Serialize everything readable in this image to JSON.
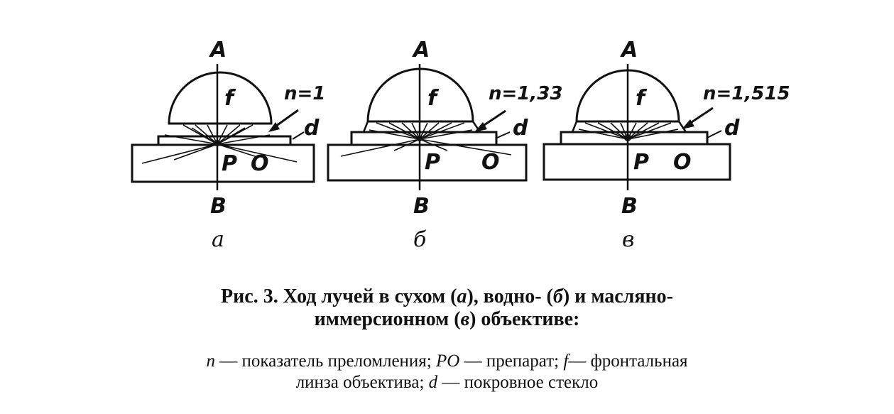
{
  "panels": [
    {
      "top": "A",
      "bottom": "B",
      "lens": "f",
      "coverslip": "d",
      "specimen_p": "P",
      "specimen_o": "O",
      "refractive_index": "n=1",
      "sublabel": "а"
    },
    {
      "top": "A",
      "bottom": "B",
      "lens": "f",
      "coverslip": "d",
      "specimen_p": "P",
      "specimen_o": "O",
      "refractive_index": "n=1,33",
      "sublabel": "б"
    },
    {
      "top": "A",
      "bottom": "B",
      "lens": "f",
      "coverslip": "d",
      "specimen_p": "P",
      "specimen_o": "O",
      "refractive_index": "n=1,515",
      "sublabel": "в"
    }
  ],
  "caption": {
    "title_line1_a": "Рис. 3. Ход лучей в сухом (",
    "title_line1_b": "а",
    "title_line1_c": "), водно- (",
    "title_line1_d": "б",
    "title_line1_e": ") и масляно-",
    "title_line2_a": "иммерсионном (",
    "title_line2_b": "в",
    "title_line2_c": ") объективе:",
    "note_n": "n",
    "note_1": " — показатель преломления; ",
    "note_po": "PO",
    "note_2": " — препарат; ",
    "note_f": "f",
    "note_3": "— фронтальная",
    "note_line2_a": "линза объектива; ",
    "note_d": "d",
    "note_line2_b": " — покровное стекло"
  }
}
